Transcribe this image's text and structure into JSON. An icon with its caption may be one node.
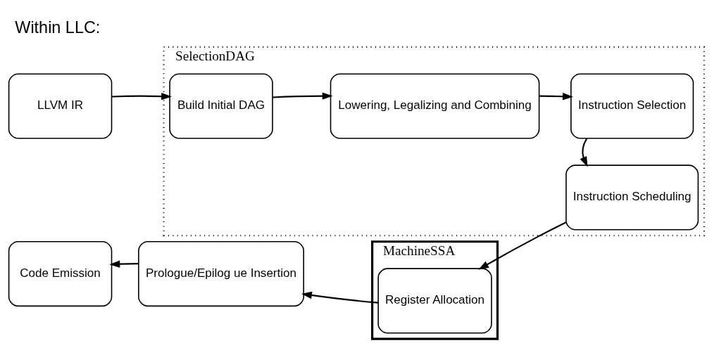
{
  "diagram": {
    "title": "Within LLC:",
    "nodes": [
      {
        "text": [
          "SelectionDAG"
        ]
      },
      {
        "text": [
          "LLVM IR"
        ]
      },
      {
        "text": [
          "Build Initial DAG"
        ],
        "in": 0
      },
      {
        "text": [
          "Lowering, Legalizing and Combining"
        ],
        "in": 0
      },
      {
        "text": [
          "Instruction Selection"
        ],
        "in": 0
      },
      {
        "text": [
          "Instruction Scheduling"
        ],
        "in": 0
      },
      {
        "text": [
          "MachineSSA"
        ]
      },
      {
        "text": [
          "Register Allocation"
        ],
        "in": 6
      },
      {
        "text": [
          "Prologue/Epilog ue Insertion"
        ]
      },
      {
        "text": [
          "Code Emission"
        ]
      }
    ],
    "edges": [
      {
        "from": 1,
        "to": 2,
        "arrow": "to"
      },
      {
        "from": 2,
        "to": 3,
        "arrow": "to"
      },
      {
        "from": 3,
        "to": 4,
        "arrow": "to"
      },
      {
        "from": 4,
        "to": 5,
        "arrow": "to"
      },
      {
        "from": 5,
        "to": 7,
        "arrow": "to"
      },
      {
        "from": 7,
        "to": 8,
        "arrow": "to"
      },
      {
        "from": 8,
        "to": 9,
        "arrow": "to"
      }
    ]
  }
}
